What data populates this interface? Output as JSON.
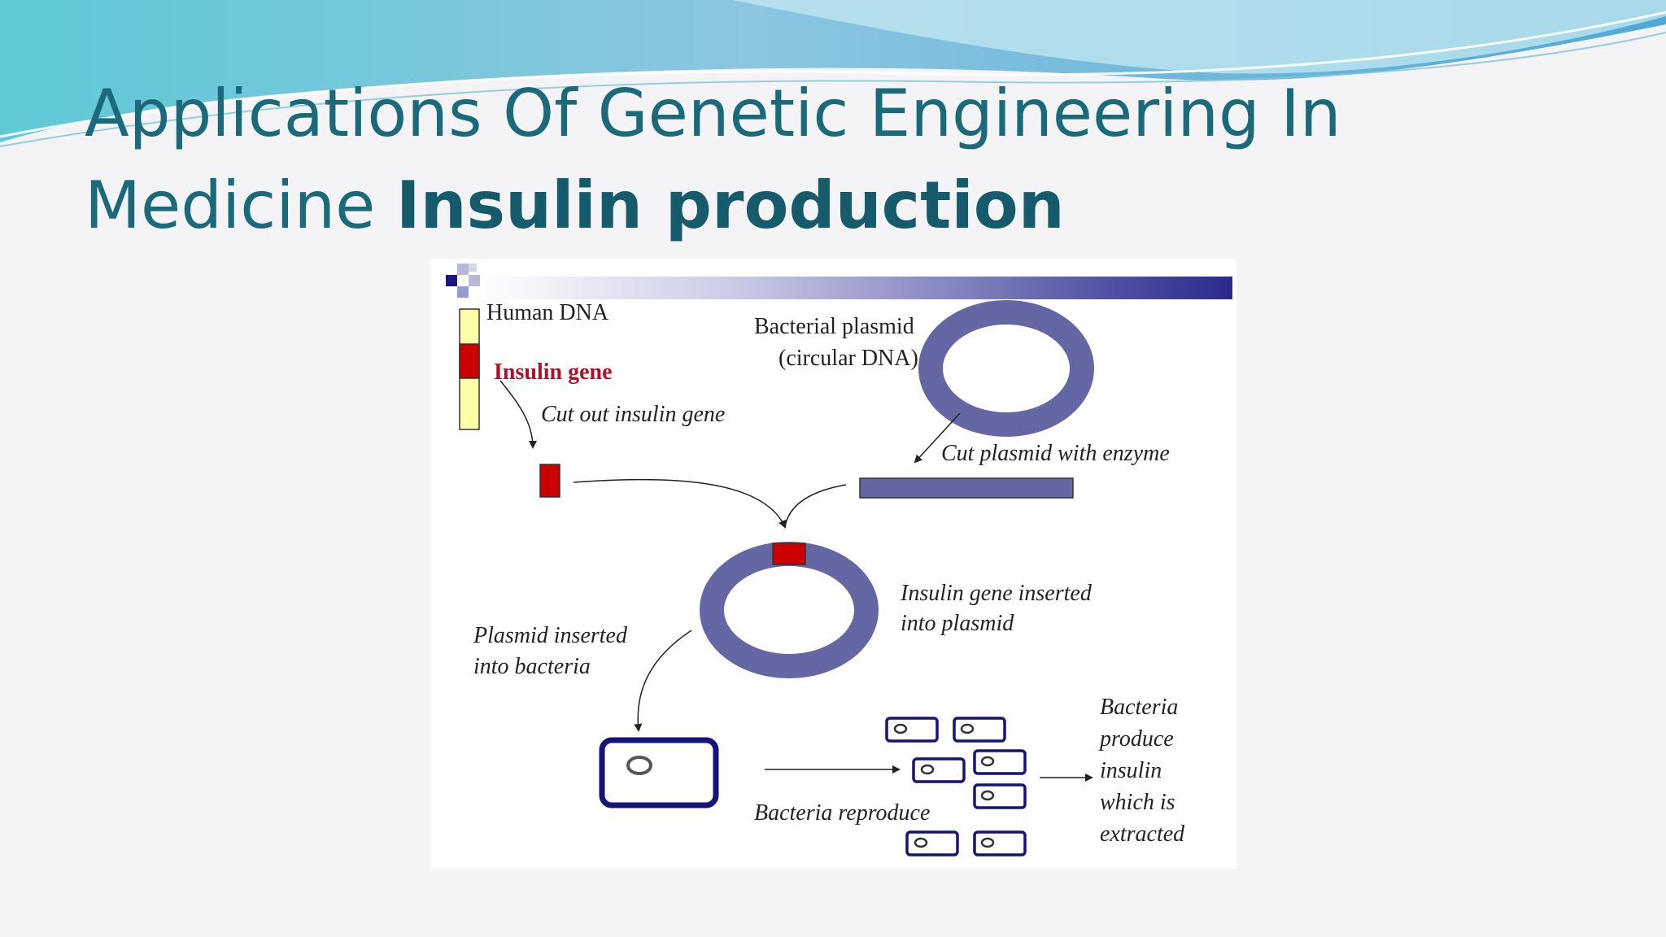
{
  "slide": {
    "title_line1": "Applications Of Genetic Engineering In",
    "title_line2_regular": "Medicine ",
    "title_line2_bold": "Insulin production"
  },
  "diagram": {
    "labels": {
      "human_dna": "Human DNA",
      "insulin_gene": "Insulin gene",
      "cut_out": "Cut out insulin gene",
      "plasmid_line1": "Bacterial plasmid",
      "plasmid_line2": "(circular DNA)",
      "cut_plasmid": "Cut plasmid with enzyme",
      "inserted_line1": "Insulin gene inserted",
      "inserted_line2": "into plasmid",
      "bacteria_line1": "Plasmid inserted",
      "bacteria_line2": "into bacteria",
      "reproduce": "Bacteria reproduce",
      "produce_line1": "Bacteria",
      "produce_line2": "produce",
      "produce_line3": "insulin",
      "produce_line4": "which is",
      "produce_line5": "extracted"
    }
  },
  "colors": {
    "title": "#1a6a7c",
    "plasmid": "#6567a4",
    "gene": "#cc0000",
    "bacteria_outline": "#14147a",
    "dna_strand": "#ffffaa"
  }
}
